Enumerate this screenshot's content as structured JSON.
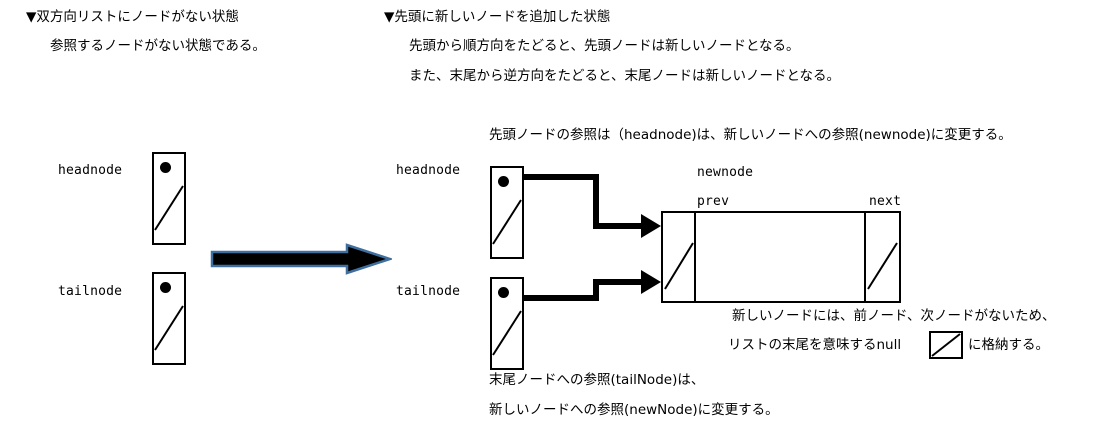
{
  "left_panel": {
    "heading": "▼双方向リストにノードがない状態",
    "subtext": "参照するノードがない状態である。",
    "headnode_label": "headnode",
    "tailnode_label": "tailnode"
  },
  "right_panel": {
    "heading": "▼先頭に新しいノードを追加した状態",
    "line1": "先頭から順方向をたどると、先頭ノードは新しいノードとなる。",
    "line2": "また、末尾から逆方向をたどると、末尾ノードは新しいノードとなる。",
    "headnode_ref_note": "先頭ノードの参照は（headnode)は、新しいノードへの参照(newnode)に変更する。",
    "headnode_label": "headnode",
    "tailnode_label": "tailnode",
    "newnode_label": "newnode",
    "prev_label": "prev",
    "next_label": "next",
    "null_note_line1": "新しいノードには、前ノード、次ノードがないため、",
    "null_note_line2a": "リストの末尾を意味するnull",
    "null_note_line2b": "に格納する。",
    "tail_note_line1": "末尾ノードへの参照(tailNode)は、",
    "tail_note_line2": "新しいノードへの参照(newNode)に変更する。"
  },
  "transition_arrow": {
    "name": "transition-arrow",
    "fill_color": "#000000",
    "stroke_color": "#3f6f9f"
  },
  "colors": {
    "ink": "#000000",
    "page": "#ffffff"
  }
}
